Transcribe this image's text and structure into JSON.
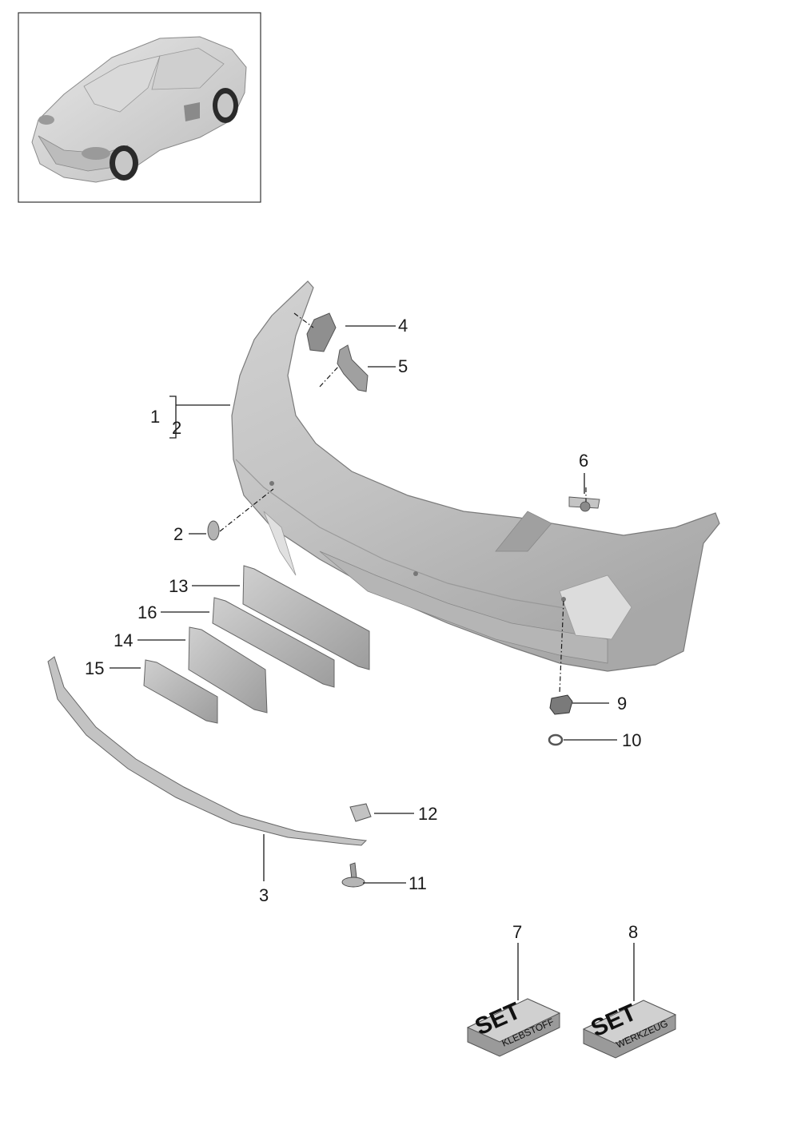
{
  "callouts": {
    "c1": "1",
    "c2a": "2",
    "c2b": "2",
    "c3": "3",
    "c4": "4",
    "c5": "5",
    "c6": "6",
    "c7": "7",
    "c8": "8",
    "c9": "9",
    "c10": "10",
    "c11": "11",
    "c12": "12",
    "c13": "13",
    "c14": "14",
    "c15": "15",
    "c16": "16"
  },
  "kits": {
    "adhesive": {
      "word": "SET",
      "sub": "KLEBSTOFF"
    },
    "tools": {
      "word": "SET",
      "sub": "WERKZEUG"
    }
  },
  "colors": {
    "part_fill": "#c9c9c9",
    "part_light": "#e4e4e4",
    "part_dark": "#8e8e8e",
    "line": "#1a1a1a"
  }
}
